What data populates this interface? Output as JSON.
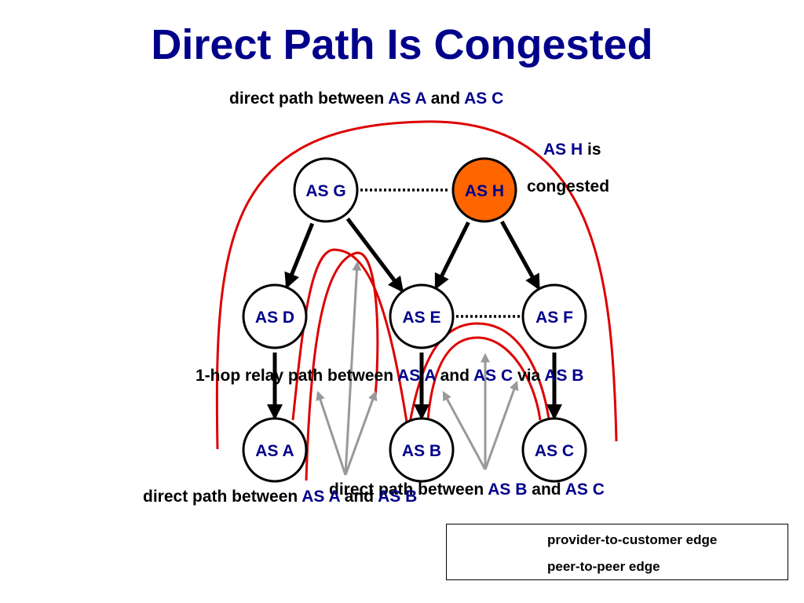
{
  "title": "Direct Path Is Congested",
  "labels": {
    "top_path": {
      "pre": "direct path between",
      "a": "AS A",
      "mid": "and",
      "b": "AS C"
    },
    "congested_line1": {
      "node": "AS H",
      "rest": "is"
    },
    "congested_line2": "congested",
    "relay_path": {
      "pre": "1-hop relay path between",
      "a": "AS A",
      "mid": "and",
      "b": "AS C",
      "via": "via",
      "c": "AS B"
    },
    "ab_path": {
      "pre": "direct path between",
      "a": "AS A",
      "mid": "and",
      "b": "AS B"
    },
    "bc_path": {
      "pre": "direct path between",
      "a": "AS B",
      "mid": "and",
      "b": "AS C"
    }
  },
  "nodes": [
    {
      "id": "G",
      "label": "AS G"
    },
    {
      "id": "H",
      "label": "AS H",
      "fill": "#ff6600"
    },
    {
      "id": "D",
      "label": "AS D"
    },
    {
      "id": "E",
      "label": "AS E"
    },
    {
      "id": "F",
      "label": "AS F"
    },
    {
      "id": "A",
      "label": "AS A"
    },
    {
      "id": "B",
      "label": "AS B"
    },
    {
      "id": "C",
      "label": "AS C"
    }
  ],
  "provider_customer_edges": [
    [
      "G",
      "D"
    ],
    [
      "G",
      "E"
    ],
    [
      "H",
      "E"
    ],
    [
      "H",
      "F"
    ],
    [
      "D",
      "A"
    ],
    [
      "E",
      "B"
    ],
    [
      "F",
      "C"
    ]
  ],
  "peer_edges": [
    [
      "G",
      "H"
    ],
    [
      "E",
      "F"
    ]
  ],
  "legend": {
    "provider_to_customer": "provider-to-customer edge",
    "peer_to_peer": "peer-to-peer edge"
  },
  "colors": {
    "title": "#00008b",
    "highlight": "#00008b",
    "path": "#dd0000",
    "congested": "#ff6600",
    "traffic": "#999999"
  }
}
